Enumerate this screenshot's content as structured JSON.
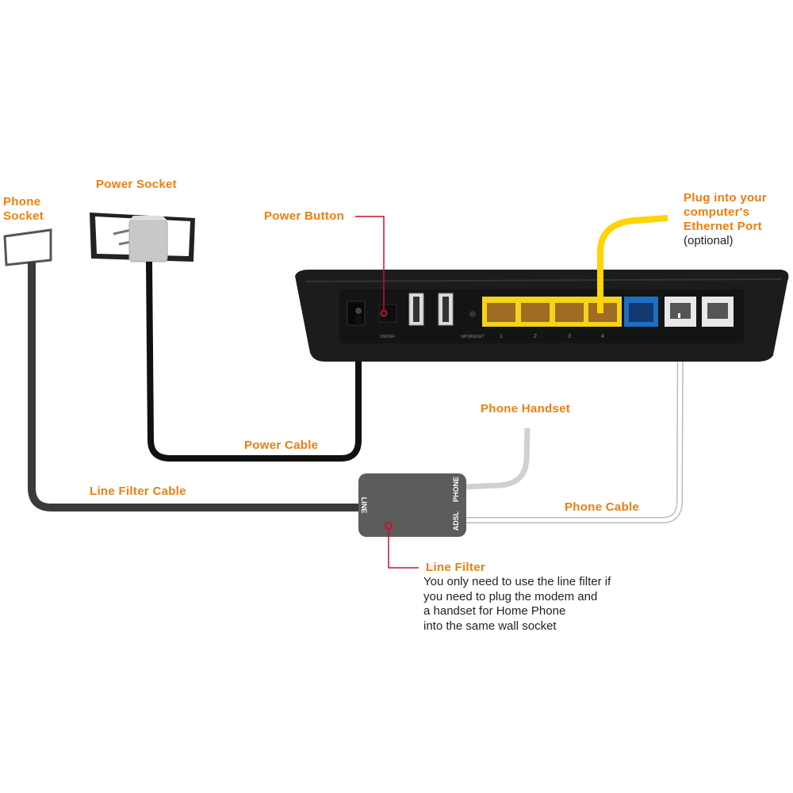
{
  "colors": {
    "label": "#f07d0c",
    "pointer": "#c8102e",
    "ethernet_cable": "#ffd400",
    "router": "#1c1c1c",
    "lan_ports": "#f2d41a",
    "wan_port": "#1d6fc4",
    "line_filter": "#5c5c5c"
  },
  "labels": {
    "phone_socket": [
      "Phone",
      "Socket"
    ],
    "power_socket": "Power Socket",
    "power_button": "Power Button",
    "ethernet": [
      "Plug into your",
      "computer's",
      "Ethernet Port"
    ],
    "ethernet_note": "(optional)",
    "phone_handset": "Phone Handset",
    "power_cable": "Power Cable",
    "line_filter_cable": "Line Filter Cable",
    "phone_cable": "Phone Cable",
    "line_filter": "Line Filter",
    "line_filter_note": [
      "You only need to use the line filter if",
      "you need to plug the modem and",
      "a handset for Home Phone",
      "into the same wall socket"
    ]
  },
  "filter_ports": {
    "line": "LINE",
    "phone": "PHONE",
    "adsl": "ADSL"
  },
  "router_ports": {
    "power_switch": "ON/OFF",
    "wps": "WPS/RESET",
    "lan": [
      "1",
      "2",
      "3",
      "4"
    ]
  }
}
